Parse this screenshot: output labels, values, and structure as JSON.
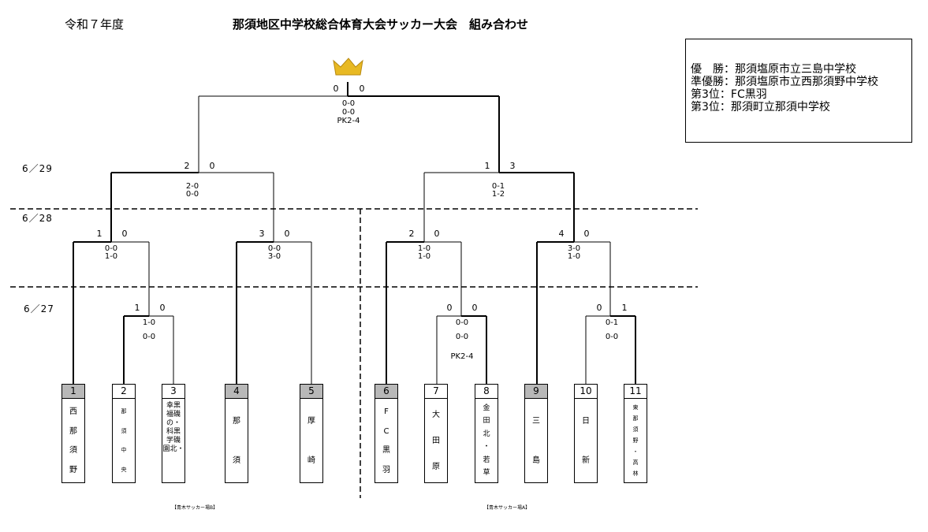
{
  "header": {
    "era": "令和７年度",
    "title": "那須地区中学校総合体育大会サッカー大会　組み合わせ"
  },
  "results": {
    "first": "優　勝：那須塩原市立三島中学校",
    "second": "準優勝：那須塩原市立西那須野中学校",
    "third_a": "第3位：FC黒羽",
    "third_b": "第3位：那須町立那須中学校"
  },
  "dates": {
    "d629": "6／29",
    "d628": "6／28",
    "d627": "6／27"
  },
  "final": {
    "left": "0",
    "right": "0",
    "s1": "0-0",
    "s2": "0-0",
    "s3": "PK2-4"
  },
  "semi_left": {
    "left": "2",
    "right": "0",
    "s1": "2-0",
    "s2": "0-0"
  },
  "semi_right": {
    "left": "1",
    "right": "3",
    "s1": "0-1",
    "s2": "1-2"
  },
  "qf1": {
    "left": "1",
    "right": "0",
    "s1": "0-0",
    "s2": "1-0"
  },
  "qf2": {
    "left": "3",
    "right": "0",
    "s1": "0-0",
    "s2": "3-0"
  },
  "qf3": {
    "left": "2",
    "right": "0",
    "s1": "1-0",
    "s2": "1-0"
  },
  "qf4": {
    "left": "4",
    "right": "0",
    "s1": "3-0",
    "s2": "1-0"
  },
  "r1a": {
    "left": "1",
    "right": "0",
    "s1": "1-0",
    "s2": "0-0"
  },
  "r1b": {
    "left": "0",
    "right": "0",
    "s1": "0-0",
    "s2": "0-0",
    "s3": "PK2-4"
  },
  "r1c": {
    "left": "0",
    "right": "1",
    "s1": "0-1",
    "s2": "0-0"
  },
  "teams": [
    {
      "no": "1",
      "chars": [
        "西",
        "那",
        "須",
        "野"
      ]
    },
    {
      "no": "2",
      "chars": [
        "那",
        "須",
        "中",
        "央"
      ]
    },
    {
      "no": "3",
      "chars": [
        "幸黒",
        "福磯",
        "の・",
        "科黒",
        "学磯",
        "園北・"
      ]
    },
    {
      "no": "4",
      "chars": [
        "那",
        "須"
      ]
    },
    {
      "no": "5",
      "chars": [
        "厚",
        "崎"
      ]
    },
    {
      "no": "6",
      "chars": [
        "F",
        "C",
        "黒",
        "羽"
      ]
    },
    {
      "no": "7",
      "chars": [
        "大",
        "田",
        "原"
      ]
    },
    {
      "no": "8",
      "chars": [
        "金",
        "田",
        "北",
        "・",
        "若",
        "草"
      ]
    },
    {
      "no": "9",
      "chars": [
        "三",
        "島"
      ]
    },
    {
      "no": "10",
      "chars": [
        "日",
        "新"
      ]
    },
    {
      "no": "11",
      "chars": [
        "東",
        "那",
        "須",
        "野",
        "・",
        "高",
        "林"
      ]
    }
  ],
  "venues": {
    "left": "【青木サッカー場B】",
    "right": "【青木サッカー場A】"
  },
  "colors": {
    "crown": "#e8b923",
    "seed_gray": "#b8b8b8"
  },
  "icons": {
    "trophy": "crown-icon"
  }
}
